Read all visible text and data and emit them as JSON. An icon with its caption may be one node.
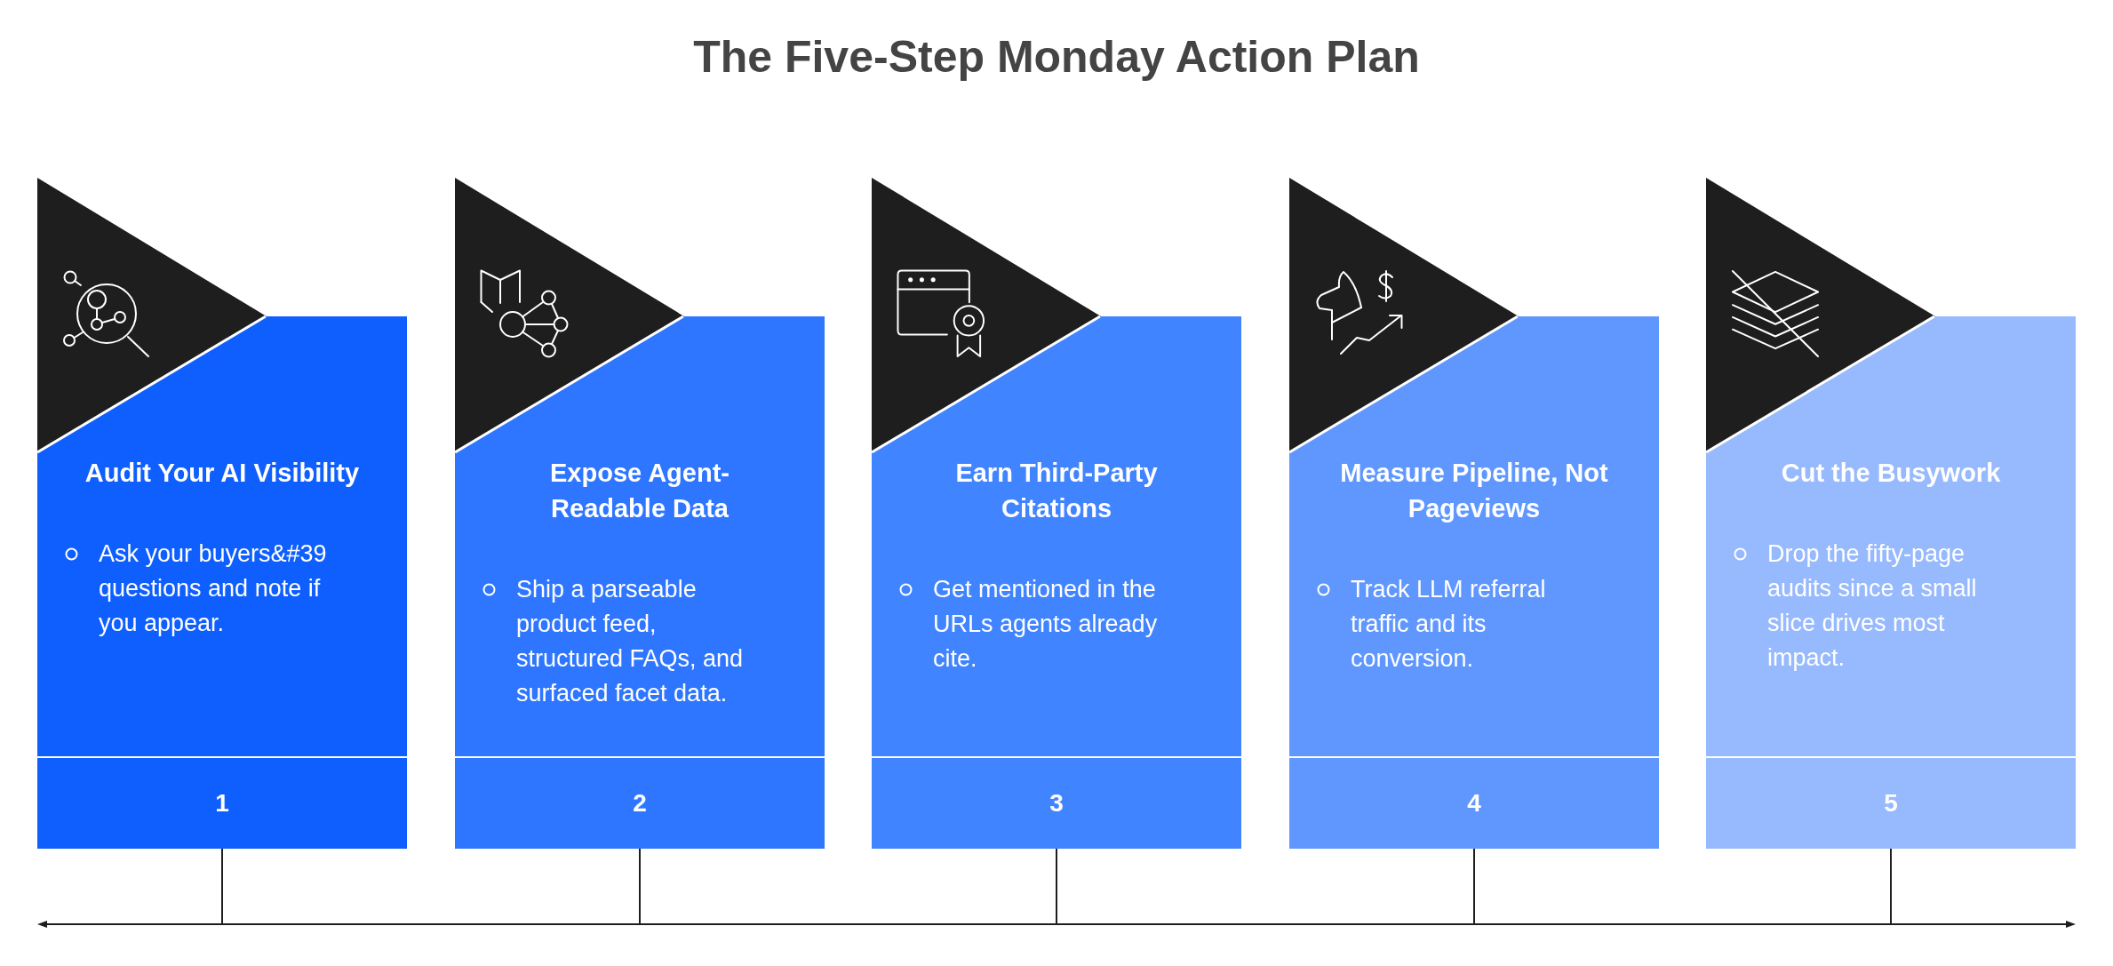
{
  "diagram": {
    "title": "The Five-Step Monday Action Plan",
    "nodes": [
      {
        "text": [
          "Audit Your AI Visibility",
          "Ask your buyers&#39 questions and note if you appear."
        ]
      },
      {
        "text": [
          "1"
        ],
        "in": 0
      },
      {
        "text": [
          "Expose Agent-Readable Data",
          "Ship a parseable product feed, structured FAQs, and surfaced facet data."
        ]
      },
      {
        "text": [
          "2"
        ],
        "in": 2
      },
      {
        "text": [
          "Earn Third-Party Citations",
          "Get mentioned in the URLs agents already cite."
        ]
      },
      {
        "text": [
          "3"
        ],
        "in": 4
      },
      {
        "text": [
          "Measure Pipeline, Not Pageviews",
          "Track LLM referral traffic and its conversion."
        ]
      },
      {
        "text": [
          "4"
        ],
        "in": 6
      },
      {
        "text": [
          "Cut the Busywork",
          "Drop the fifty-page audits since a small slice drives most impact."
        ]
      },
      {
        "text": [
          "5"
        ],
        "in": 8
      },
      {
        "text": [],
        "shape": "line"
      }
    ],
    "edges": [
      {
        "from": 1,
        "to": 10,
        "arrow": "none"
      },
      {
        "from": 3,
        "to": 10,
        "arrow": "none"
      },
      {
        "from": 5,
        "to": 10,
        "arrow": "none"
      },
      {
        "from": 7,
        "to": 10,
        "arrow": "none"
      },
      {
        "from": 9,
        "to": 10,
        "arrow": "none"
      }
    ]
  }
}
